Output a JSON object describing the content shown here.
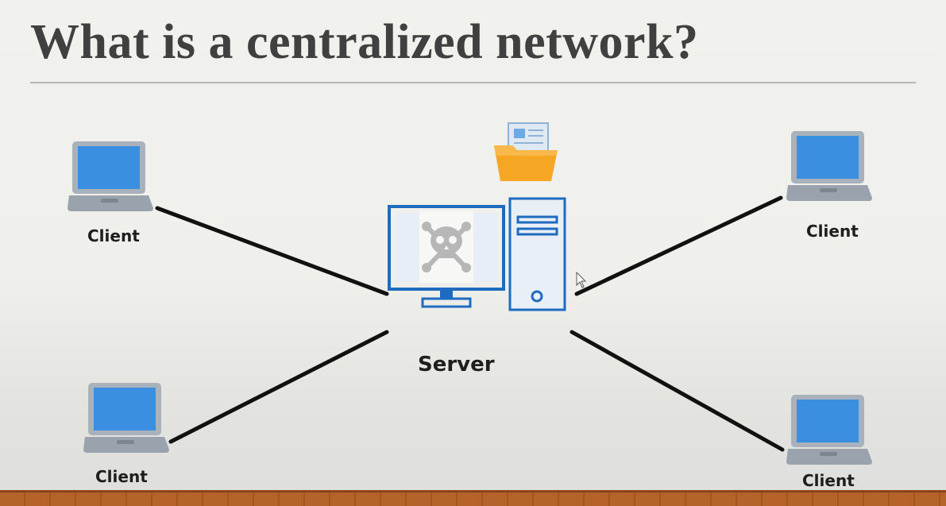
{
  "slide": {
    "title": "What is a centralized network?"
  },
  "diagram": {
    "server_label": "Server",
    "client_labels": [
      "Client",
      "Client",
      "Client",
      "Client"
    ],
    "icons": {
      "server_monitor": "monitor-icon",
      "server_tower": "tower-icon",
      "skull": "skull-icon",
      "folder": "folder-icon",
      "laptop": "laptop-icon"
    },
    "colors": {
      "laptop_screen": "#3a8fe0",
      "laptop_body": "#9aa3ad",
      "server_blue": "#1e6bbf",
      "folder": "#f5a623",
      "link_line": "#111111"
    }
  }
}
